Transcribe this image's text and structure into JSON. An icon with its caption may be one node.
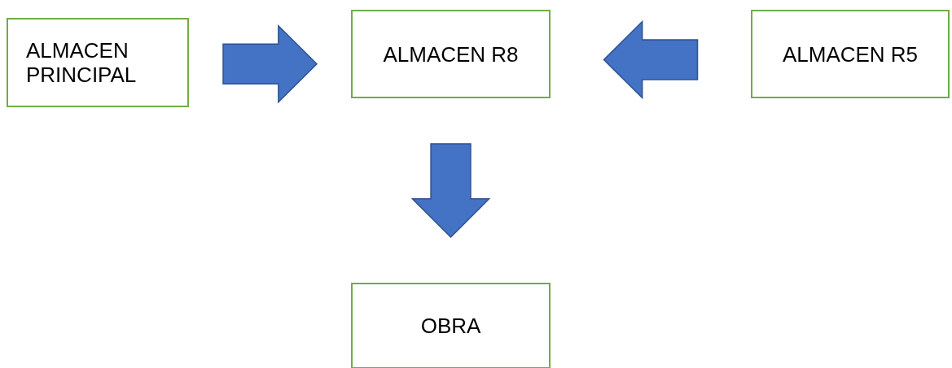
{
  "diagram": {
    "nodes": [
      {
        "text": [
          "ALMACEN PRINCIPAL"
        ]
      },
      {
        "text": [
          "ALMACEN R8"
        ]
      },
      {
        "text": [
          "ALMACEN R5"
        ]
      },
      {
        "text": [
          "OBRA"
        ]
      }
    ],
    "edges": [
      {
        "from": 0,
        "to": 1,
        "arrow": "to"
      },
      {
        "from": 2,
        "to": 1,
        "arrow": "to"
      },
      {
        "from": 1,
        "to": 3,
        "arrow": "to"
      }
    ]
  }
}
